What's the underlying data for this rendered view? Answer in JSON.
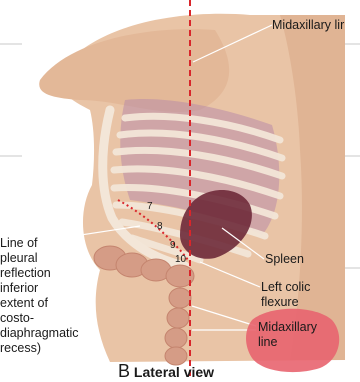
{
  "labels": {
    "midaxillary_top": "Midaxillary lir",
    "line_of_reflection": "Line of\npleural\nreflection\ninferior\nextent of\ncosto-\ndiaphragmatic\nrecess)",
    "spleen": "Spleen",
    "left_colic_flexure": "Left colic\nflexure",
    "midaxillary_bottom": "Midaxillary\nline"
  },
  "rib_numbers": [
    "7",
    "8",
    "9",
    "10"
  ],
  "caption": {
    "letter": "B",
    "text": "Lateral view"
  },
  "colors": {
    "skin": "#e9c4a6",
    "skin_shadow": "#d4a586",
    "rib": "#f3e6d8",
    "lung_tint": "#b98ca8",
    "spleen": "#6e2a3a",
    "colon": "#d59c86",
    "dashed_line": "#d9262b",
    "highlight": "#e8646f",
    "separator": "#c8c8c8"
  }
}
